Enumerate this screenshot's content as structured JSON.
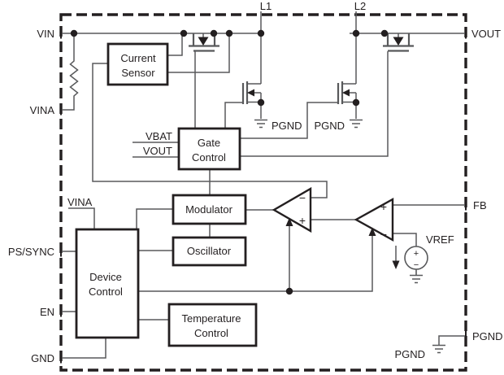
{
  "colors": {
    "wire": "#58595B",
    "ink": "#231F20",
    "background": "#FFFFFF"
  },
  "pins": {
    "vin": "VIN",
    "vina": "VINA",
    "ps_sync": "PS/SYNC",
    "en": "EN",
    "gnd": "GND",
    "l1": "L1",
    "l2": "L2",
    "vout": "VOUT",
    "fb": "FB",
    "pgnd": "PGND"
  },
  "blocks": {
    "current_sensor": {
      "line1": "Current",
      "line2": "Sensor"
    },
    "gate_control": {
      "line1": "Gate",
      "line2": "Control"
    },
    "modulator": {
      "label": "Modulator"
    },
    "oscillator": {
      "label": "Oscillator"
    },
    "device_control": {
      "line1": "Device",
      "line2": "Control"
    },
    "temperature_control": {
      "line1": "Temperature",
      "line2": "Control"
    }
  },
  "inner_labels": {
    "vbat": "VBAT",
    "vout_sense": "VOUT",
    "vina": "VINA",
    "pgnd_low_side_1": "PGND",
    "pgnd_low_side_2": "PGND",
    "pgnd_bottom": "PGND",
    "vref": "VREF"
  },
  "signs": {
    "plus": "+",
    "minus": "−"
  }
}
